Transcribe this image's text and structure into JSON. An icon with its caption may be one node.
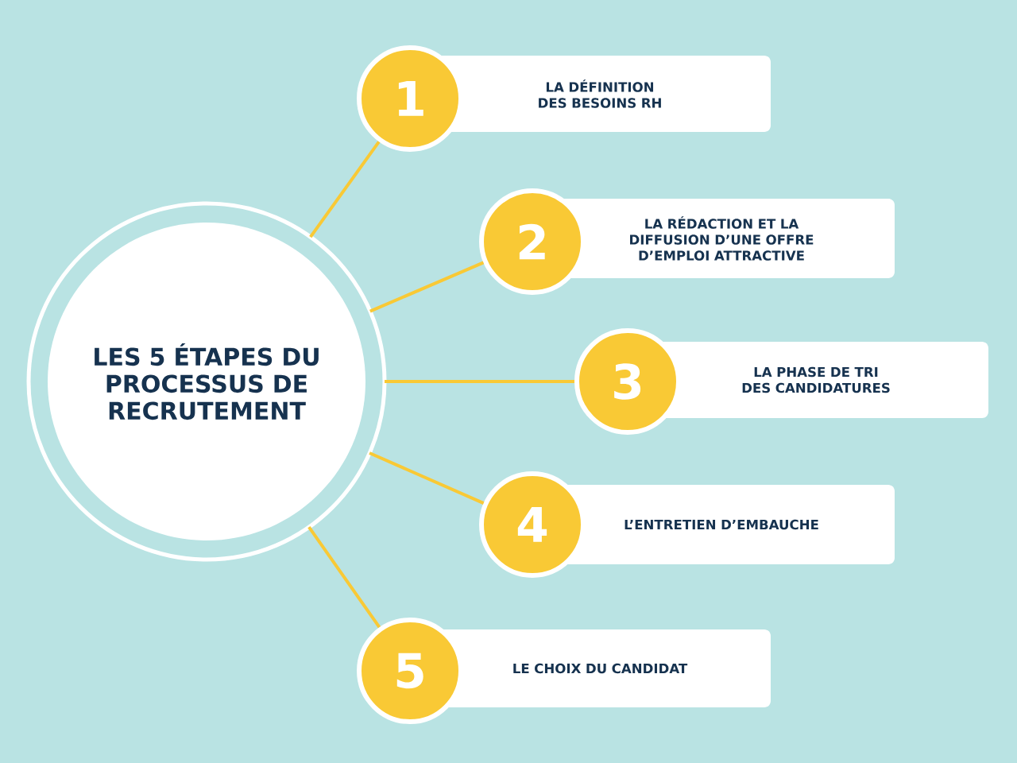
{
  "diagram": {
    "nodes": [
      {
        "text": [
          "LES 5 ÉTAPES DU PROCESSUS DE RECRUTEMENT"
        ]
      },
      {
        "text": [
          "1"
        ]
      },
      {
        "text": [
          "LA DÉFINITION DES BESOINS RH"
        ]
      },
      {
        "text": [
          "2"
        ]
      },
      {
        "text": [
          "LA RÉDACTION ET LA DIFFUSION D’UNE OFFRE D’EMPLOI ATTRACTIVE"
        ]
      },
      {
        "text": [
          "3"
        ]
      },
      {
        "text": [
          "LA PHASE DE TRI DES CANDIDATURES"
        ]
      },
      {
        "text": [
          "4"
        ]
      },
      {
        "text": [
          "L’ENTRETIEN D’EMBAUCHE"
        ]
      },
      {
        "text": [
          "5"
        ]
      },
      {
        "text": [
          "LE CHOIX DU CANDIDAT"
        ]
      }
    ],
    "edges": [
      {
        "from": 0,
        "to": 1,
        "arrow": "none"
      },
      {
        "from": 0,
        "to": 3,
        "arrow": "none"
      },
      {
        "from": 0,
        "to": 5,
        "arrow": "none"
      },
      {
        "from": 0,
        "to": 7,
        "arrow": "none"
      },
      {
        "from": 0,
        "to": 9,
        "arrow": "none"
      }
    ]
  }
}
